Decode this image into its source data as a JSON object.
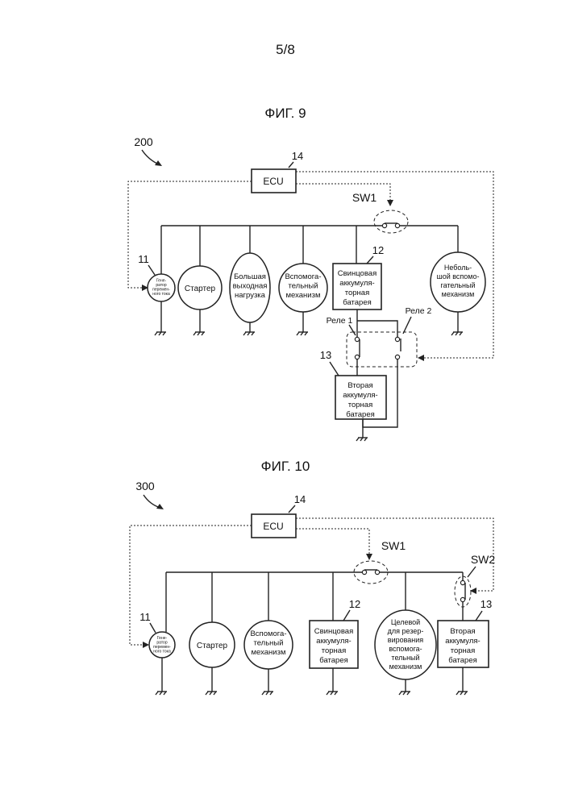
{
  "page_number": "5/8",
  "fig9": {
    "title": "ФИГ. 9",
    "ref": "200",
    "ecu": {
      "ref": "14",
      "label": "ECU"
    },
    "sw1": "SW1",
    "gen": {
      "ref": "11",
      "lines": [
        "Гене-",
        "ратор",
        "перемен-",
        "ного тока"
      ]
    },
    "starter": {
      "lines": [
        "Стартер"
      ]
    },
    "big_load": {
      "lines": [
        "Большая",
        "выходная",
        "нагрузка"
      ]
    },
    "aux": {
      "lines": [
        "Вспомога-",
        "тельный",
        "механизм"
      ]
    },
    "lead": {
      "ref": "12",
      "lines": [
        "Свинцовая",
        "аккумуля-",
        "торная",
        "батарея"
      ]
    },
    "small_aux": {
      "lines": [
        "Неболь-",
        "шой вспомо-",
        "гательный",
        "механизм"
      ]
    },
    "relay1": "Реле 1",
    "relay2": "Реле 2",
    "second": {
      "ref": "13",
      "lines": [
        "Вторая",
        "аккумуля-",
        "торная",
        "батарея"
      ]
    }
  },
  "fig10": {
    "title": "ФИГ. 10",
    "ref": "300",
    "ecu": {
      "ref": "14",
      "label": "ECU"
    },
    "sw1": "SW1",
    "sw2": "SW2",
    "gen": {
      "ref": "11",
      "lines": [
        "Гене-",
        "ратор",
        "перемен-",
        "ного тока"
      ]
    },
    "starter": {
      "lines": [
        "Стартер"
      ]
    },
    "aux": {
      "lines": [
        "Вспомога-",
        "тельный",
        "механизм"
      ]
    },
    "lead": {
      "ref": "12",
      "lines": [
        "Свинцовая",
        "аккумуля-",
        "торная",
        "батарея"
      ]
    },
    "target": {
      "lines": [
        "Целевой",
        "для резер-",
        "вирования",
        "вспомога-",
        "тельный",
        "механизм"
      ]
    },
    "second": {
      "ref": "13",
      "lines": [
        "Вторая",
        "аккумуля-",
        "торная",
        "батарея"
      ]
    }
  }
}
